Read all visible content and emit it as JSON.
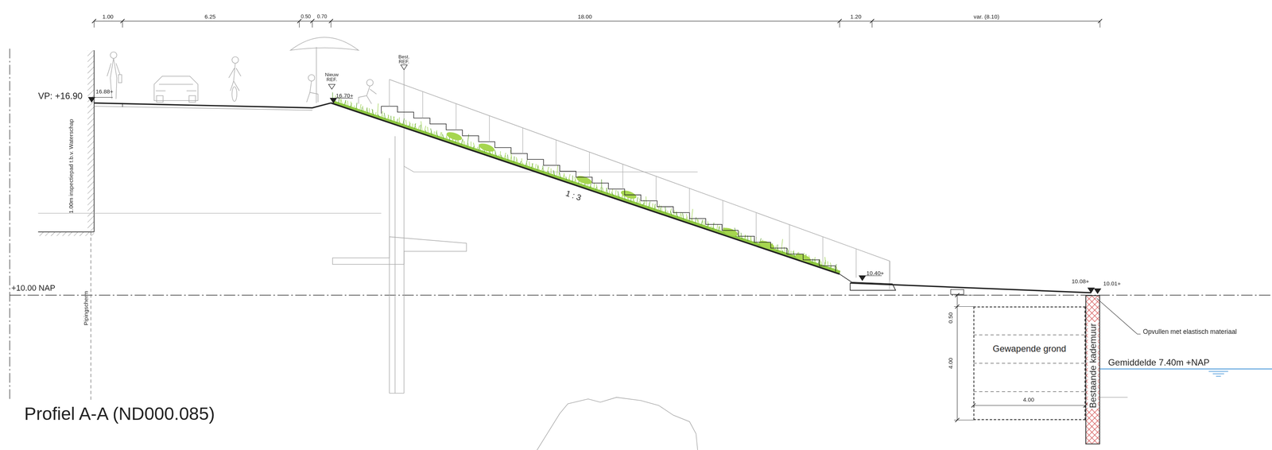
{
  "diagram": {
    "title": "Profiel A-A (ND000.085)",
    "nodes": [
      {
        "text": [
          "Gewapende grond"
        ]
      },
      {
        "text": [
          "Bestaande kademuur"
        ]
      }
    ],
    "labels": [
      "1.00",
      "6.25",
      "0.50",
      "0.70",
      "18.00",
      "1.20",
      "var. (8.10)",
      "VP: +16.90",
      "16.88+",
      "Nieuw REF.",
      "16.70+",
      "Best. REF.",
      "1 : 3",
      "10.40+",
      "10.08+",
      "10.01+",
      "+10.00 NAP",
      "1.00m inspectiepad t.b.v. Waterschap",
      "Pipingscherm",
      "0.50",
      "4.00",
      "4.00",
      "Opvullen met elastisch materiaal",
      "Gemiddelde 7.40m +NAP"
    ]
  }
}
